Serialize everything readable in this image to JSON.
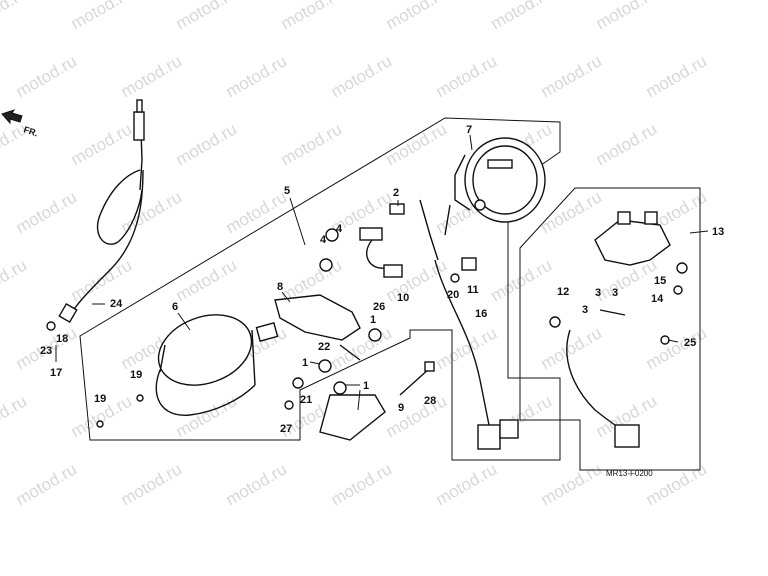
{
  "diagram": {
    "watermark_text": "motod.ru",
    "front_indicator": "FR.",
    "drawing_code": "MR13-F0200",
    "callouts": [
      "1",
      "1",
      "1",
      "2",
      "3",
      "3",
      "3",
      "4",
      "4",
      "5",
      "6",
      "7",
      "8",
      "9",
      "10",
      "11",
      "12",
      "13",
      "14",
      "15",
      "16",
      "17",
      "18",
      "19",
      "19",
      "20",
      "21",
      "22",
      "23",
      "24",
      "25",
      "26",
      "27",
      "28"
    ]
  }
}
